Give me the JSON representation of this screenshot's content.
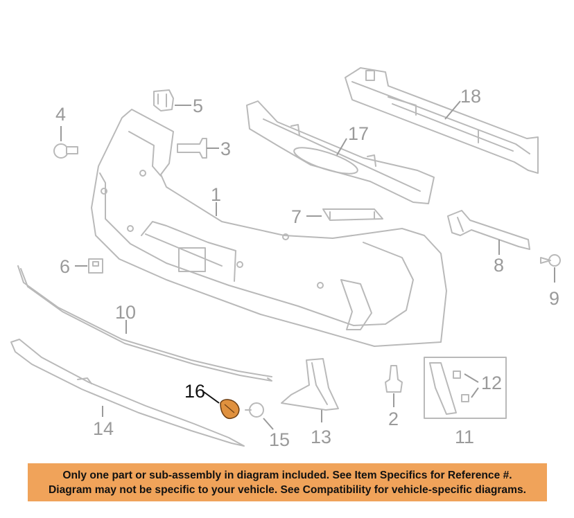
{
  "callouts": {
    "c1": "1",
    "c2": "2",
    "c3": "3",
    "c4": "4",
    "c5": "5",
    "c6": "6",
    "c7": "7",
    "c8": "8",
    "c9": "9",
    "c10": "10",
    "c11": "11",
    "c12": "12",
    "c13": "13",
    "c14": "14",
    "c15": "15",
    "c16": "16",
    "c17": "17",
    "c18": "18"
  },
  "highlight": {
    "part": "16",
    "color": "#e0913e"
  },
  "notice": {
    "background": "#f0a35a",
    "line1": "Only one part or sub-assembly in diagram included. See Item Specifics for Reference #.",
    "line2": "Diagram may not be specific to your vehicle. See Compatibility for vehicle-specific diagrams."
  }
}
